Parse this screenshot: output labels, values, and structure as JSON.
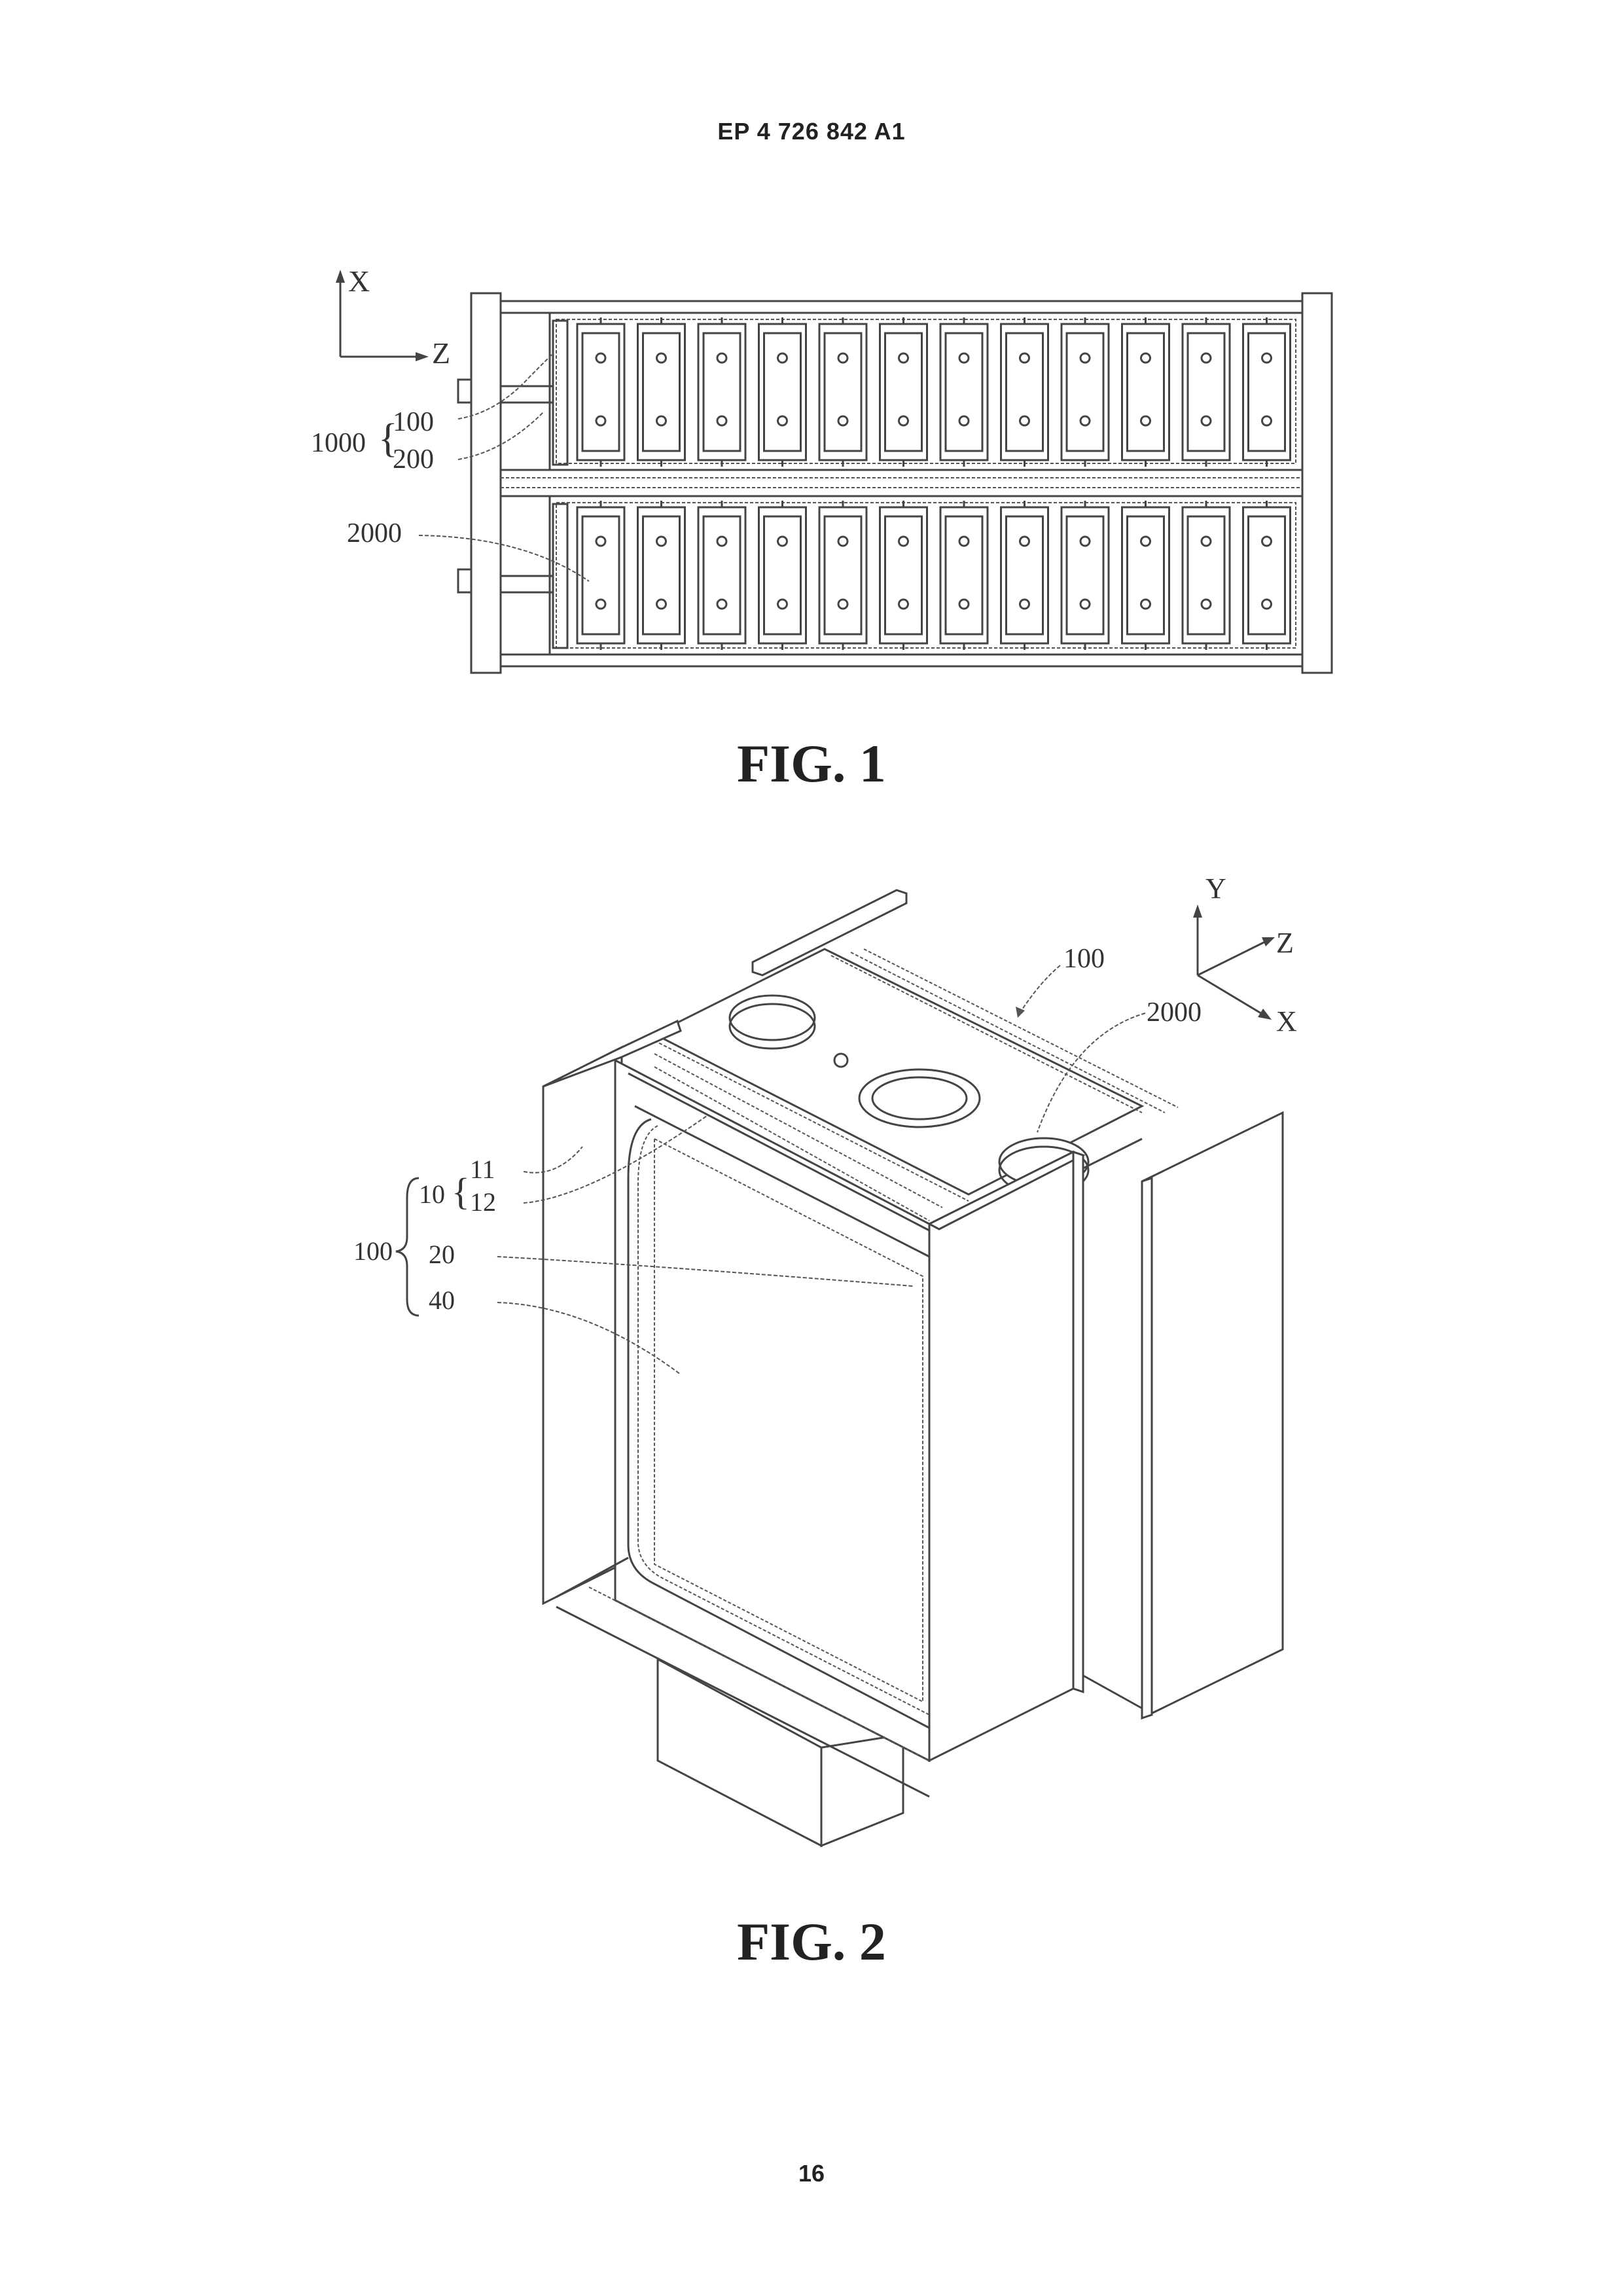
{
  "header": {
    "publication": "EP 4 726 842 A1"
  },
  "footer": {
    "page_number": "16"
  },
  "fig1": {
    "caption": "FIG. 1",
    "axis_x": "X",
    "axis_z": "Z",
    "labels": {
      "l1000": "1000",
      "l100": "100",
      "l200": "200",
      "l2000": "2000"
    }
  },
  "fig2": {
    "caption": "FIG. 2",
    "axis_y": "Y",
    "axis_z": "Z",
    "axis_x": "X",
    "labels": {
      "l100_top": "100",
      "l2000": "2000",
      "l10": "10",
      "l11": "11",
      "l12": "12",
      "l100_left": "100",
      "l20": "20",
      "l40": "40"
    }
  }
}
